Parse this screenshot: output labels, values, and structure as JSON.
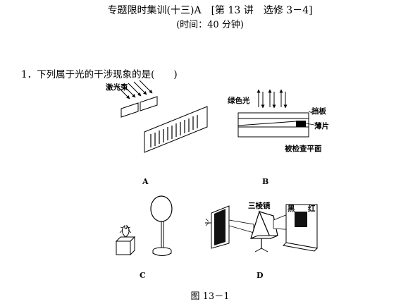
{
  "header": {
    "title": "专题限时集训(十三)A　[第 13 讲　选修 3－4]",
    "subtitle": "(时间：40 分钟)"
  },
  "question": {
    "text": "1．下列属于光的干涉现象的是(　　)"
  },
  "figures": {
    "a": {
      "label": "A",
      "text_laser": "激光束"
    },
    "b": {
      "label": "B",
      "text_green": "绿色光",
      "text_plate": "挡板",
      "text_thin": "薄片",
      "text_surface": "被检查平面"
    },
    "c": {
      "label": "C"
    },
    "d": {
      "label": "D",
      "text_prism": "三棱镜",
      "text_black": "黑",
      "text_red": "红"
    }
  },
  "caption": "图 13－1"
}
